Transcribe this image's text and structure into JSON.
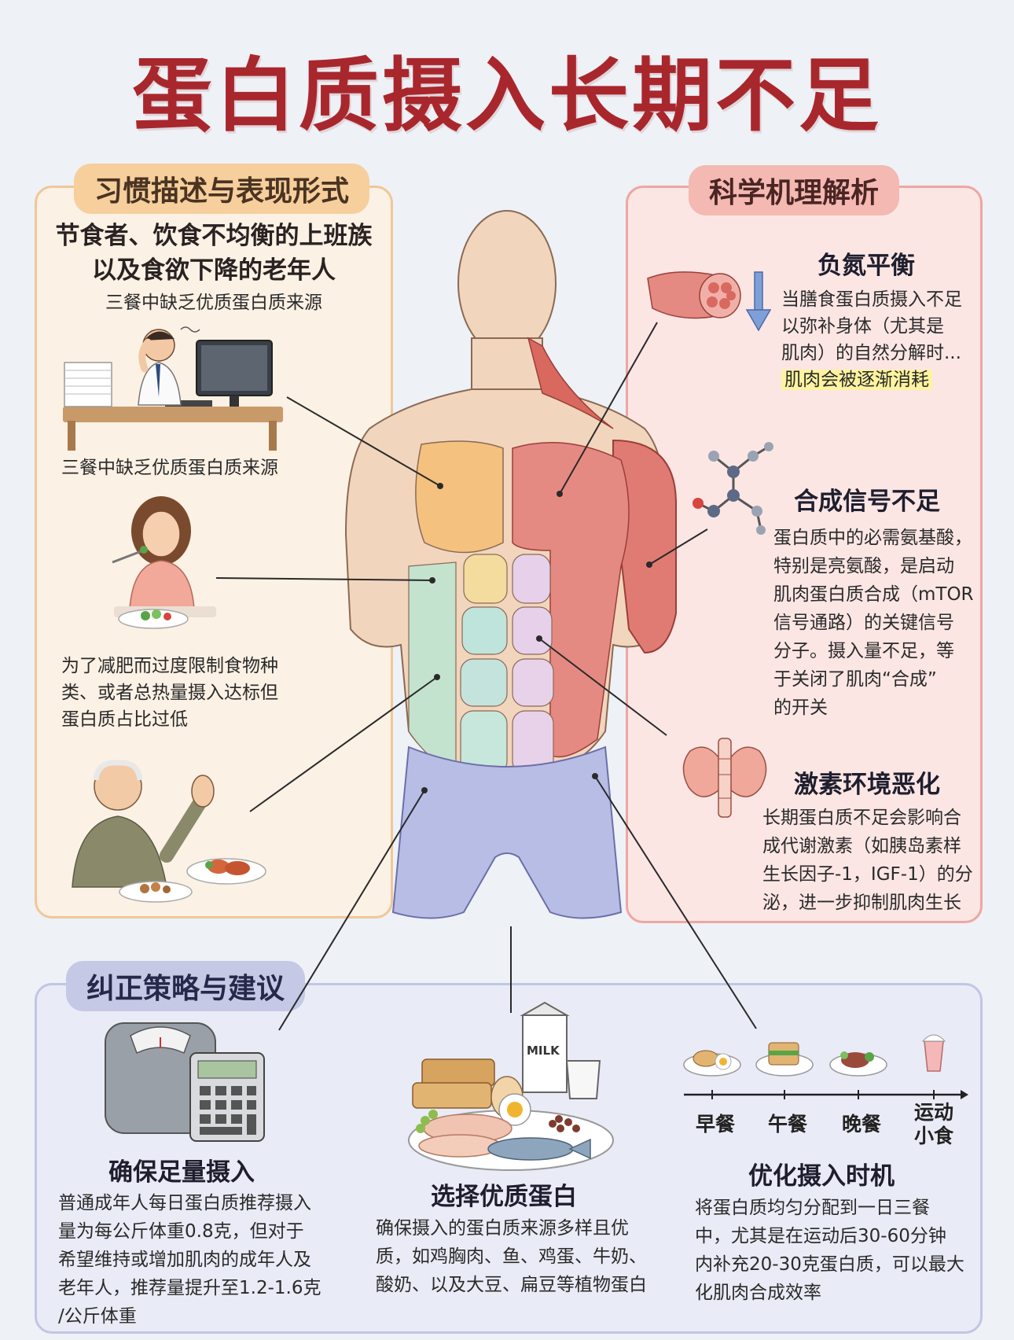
{
  "title": "蛋白质摄入长期不足",
  "left_panel": {
    "tag": "习惯描述与表现形式",
    "headline_1": "节食者、饮食不均衡的上班族",
    "headline_2": "以及食欲下降的老年人",
    "note_1": "三餐中缺乏优质蛋白质来源",
    "note_2": "三餐中缺乏优质蛋白质来源",
    "diet_text_1": "为了减肥而过度限制食物种",
    "diet_text_2": "类、或者总热量摄入达标但",
    "diet_text_3": "蛋白质占比过低"
  },
  "right_panel": {
    "tag": "科学机理解析",
    "nitrogen": {
      "title": "负氮平衡",
      "lines": [
        "当膳食蛋白质摄入不足",
        "以弥补身体（尤其是",
        "肌肉）的自然分解时...",
        "肌肉会被逐渐消耗"
      ]
    },
    "signal": {
      "title": "合成信号不足",
      "lines": [
        "蛋白质中的必需氨基酸，",
        "特别是亮氨酸，是启动",
        "肌肉蛋白质合成（mTOR",
        "信号通路）的关键信号",
        "分子。摄入量不足，等",
        "于关闭了肌肉“合成”",
        "的开关"
      ]
    },
    "hormone": {
      "title": "激素环境恶化",
      "lines": [
        "长期蛋白质不足会影响合",
        "成代谢激素（如胰岛素样",
        "生长因子-1，IGF-1）的分",
        "泌，进一步抑制肌肉生长"
      ]
    }
  },
  "bottom_panel": {
    "tag": "纠正策略与建议",
    "amount": {
      "title": "确保足量摄入",
      "lines": [
        "普通成年人每日蛋白质推荐摄入",
        "量为每公斤体重0.8克，但对于",
        "希望维持或增加肌肉的成年人及",
        "老年人，推荐量提升至1.2-1.6克",
        "/公斤体重"
      ]
    },
    "quality": {
      "title": "选择优质蛋白",
      "milk_label": "MILK",
      "lines": [
        "确保摄入的蛋白质来源多样且优",
        "质，如鸡胸肉、鱼、鸡蛋、牛奶、",
        "酸奶、以及大豆、扁豆等植物蛋白"
      ]
    },
    "timing": {
      "title": "优化摄入时机",
      "meals": [
        "早餐",
        "午餐",
        "晚餐",
        "运动",
        "小食"
      ],
      "lines": [
        "将蛋白质均匀分配到一日三餐",
        "中，尤其是在运动后30-60分钟",
        "内补充20-30克蛋白质，可以最大",
        "化肌肉合成效率"
      ]
    }
  },
  "colors": {
    "title": "#a8272d",
    "left_bg": "#fbf1e4",
    "right_bg": "#fbe6e4",
    "bottom_bg": "#e9ebf6"
  }
}
